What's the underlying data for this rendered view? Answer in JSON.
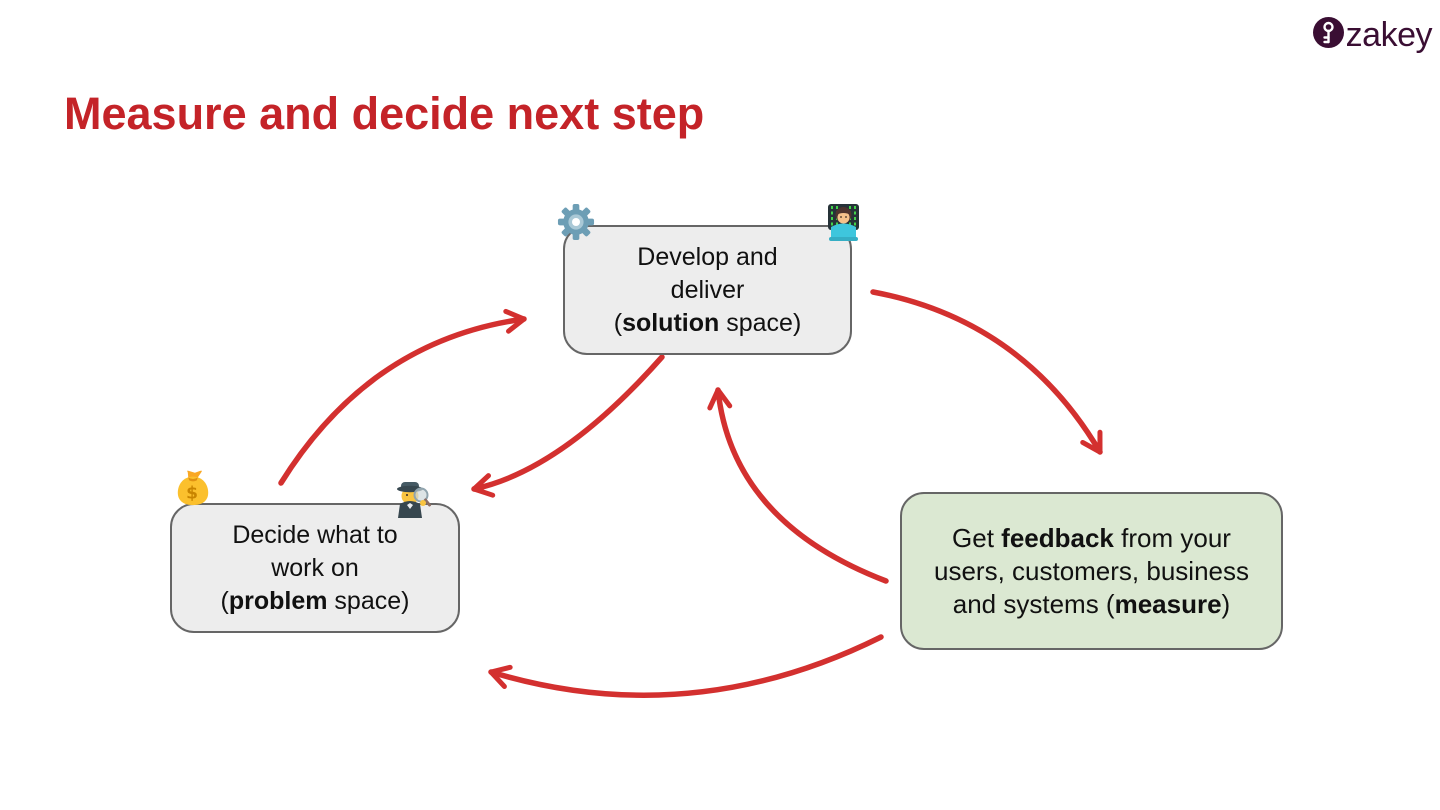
{
  "logo": {
    "text": "zakey",
    "color": "#3A0E33",
    "icon": "key-icon"
  },
  "title": "Measure and decide next step",
  "colors": {
    "title_red": "#C42328",
    "arrow_red": "#D3302F",
    "node_gray_fill": "#EDEDED",
    "node_green_fill": "#DBE8D2",
    "node_border": "#666666"
  },
  "icons": {
    "money_bag_symbol": "$"
  },
  "diagram": {
    "nodes": {
      "develop": {
        "icons": [
          "gear-icon",
          "woman-technologist-icon"
        ],
        "line1": "Develop and",
        "line2": "deliver",
        "line3_pre": "(",
        "line3_bold": "solution",
        "line3_post": " space)"
      },
      "decide": {
        "icons": [
          "money-bag-icon",
          "detective-icon"
        ],
        "line1": "Decide what to",
        "line2": "work on",
        "line3_pre": "(",
        "line3_bold": "problem",
        "line3_post": " space)"
      },
      "feedback": {
        "icons": [],
        "line1_pre": "Get ",
        "line1_bold": "feedback",
        "line1_post": " from your",
        "line2": "users, customers, business",
        "line3_pre": "and systems (",
        "line3_bold": "measure",
        "line3_post": ")"
      }
    },
    "edges": [
      {
        "from": "decide",
        "to": "develop"
      },
      {
        "from": "develop",
        "to": "decide"
      },
      {
        "from": "develop",
        "to": "feedback"
      },
      {
        "from": "feedback",
        "to": "develop"
      },
      {
        "from": "feedback",
        "to": "decide"
      }
    ]
  }
}
